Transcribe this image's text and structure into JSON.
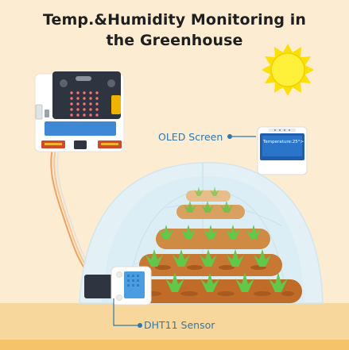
{
  "title_line1": "Temp.&Humidity Monitoring in",
  "title_line2": "the Greenhouse",
  "labels": {
    "oled": "OLED Screen",
    "dht11": "DHT11 Sensor"
  },
  "oled_display_text": "Temperature:25°>",
  "colors": {
    "background": "#fbecd2",
    "ground": "#f7d79b",
    "label_blue": "#2f78ae",
    "sun": "#fde800",
    "soil": "#c87832",
    "plant": "#5fc94a",
    "greenhouse": "#e3f1f7",
    "board": "#2e3440"
  }
}
